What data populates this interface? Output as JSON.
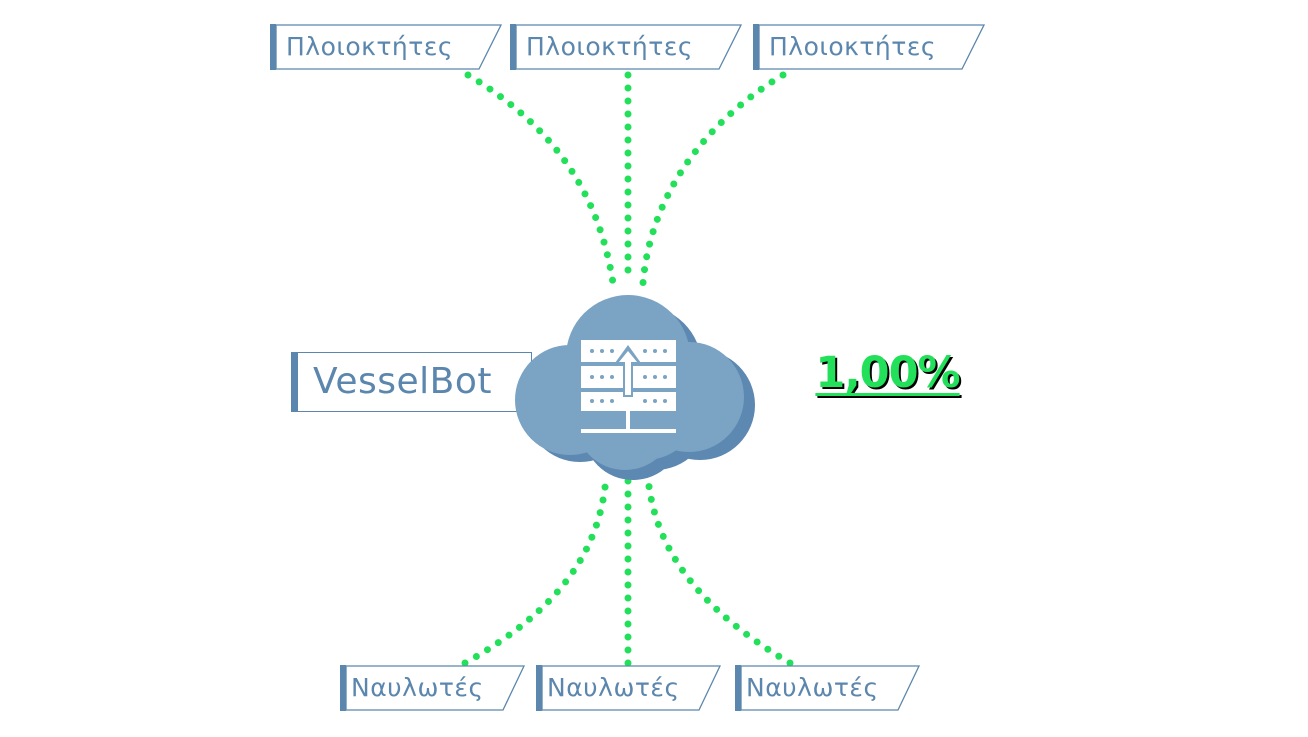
{
  "diagram": {
    "center_label": "VesselBot",
    "metric": "1,00%",
    "top_nodes": [
      {
        "label": "Πλοιοκτήτες"
      },
      {
        "label": "Πλοιοκτήτες"
      },
      {
        "label": "Πλοιοκτήτες"
      }
    ],
    "bottom_nodes": [
      {
        "label": "Ναυλωτές"
      },
      {
        "label": "Ναυλωτές"
      },
      {
        "label": "Ναυλωτές"
      }
    ],
    "central_icon": "cloud-server-upload-icon",
    "colors": {
      "accent": "#5b86ad",
      "cloud": "#7aa3c4",
      "cloud_shadow": "#5d88b1",
      "connector": "#22e05a",
      "metric": "#22e05a"
    }
  }
}
